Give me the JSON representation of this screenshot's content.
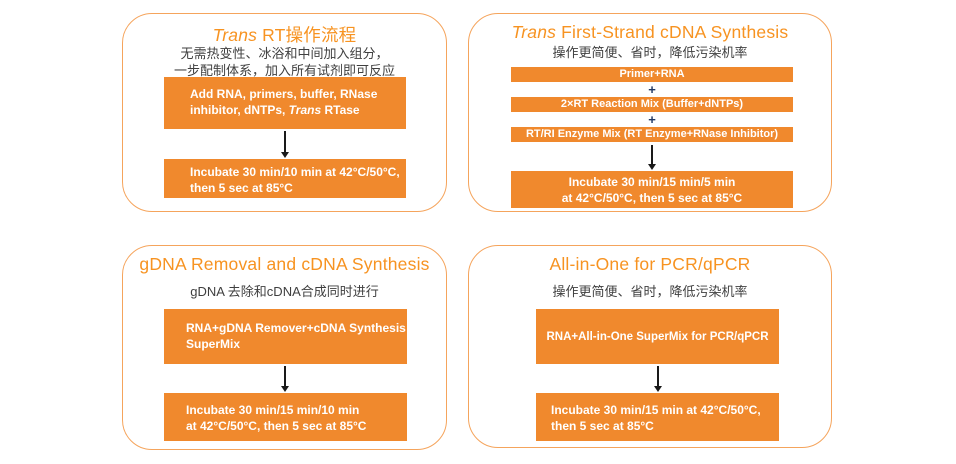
{
  "colors": {
    "box_fill": "#F0892D",
    "panel_border": "#F5A45C",
    "title_orange": "#F79321",
    "subtitle_text": "#3F3F3F",
    "box_text": "#FFFFFF",
    "plus_connector": "#1F3864",
    "arrow": "#1A1A1A"
  },
  "panels": {
    "trans_rt": {
      "title_italic": "Trans",
      "title_rest": " RT操作流程",
      "subtitle_lines": [
        "无需热变性、冰浴和中间加入组分，",
        "一步配制体系，加入所有试剂即可反应"
      ],
      "step1_line1": "Add RNA, primers, buffer, RNase",
      "step1_line2_pre": "inhibitor, dNTPs, ",
      "step1_line2_italic": "Trans",
      "step1_line2_post": " RTase",
      "step2_line1": "Incubate 30 min/10 min at 42°C/50°C,",
      "step2_line2": "then 5 sec at 85°C"
    },
    "trans_fs": {
      "title_italic": "Trans",
      "title_rest": " First-Strand cDNA Synthesis",
      "subtitle": "操作更简便、省时，降低污染机率",
      "bars": [
        "Primer+RNA",
        "2×RT Reaction Mix (Buffer+dNTPs)",
        "RT/RI Enzyme Mix (RT Enzyme+RNase Inhibitor)"
      ],
      "plus": "+",
      "step_line1": "Incubate 30 min/15 min/5 min",
      "step_line2": "at 42°C/50°C, then 5 sec at 85°C"
    },
    "gdna": {
      "title": "gDNA Removal and cDNA Synthesis",
      "subtitle": "gDNA 去除和cDNA合成同时进行",
      "step1_line1": "RNA+gDNA Remover+cDNA Synthesis",
      "step1_line2": "SuperMix",
      "step2_line1": "Incubate 30 min/15 min/10 min",
      "step2_line2": "at 42°C/50°C, then 5 sec at 85°C"
    },
    "all_in_one": {
      "title": "All-in-One for PCR/qPCR",
      "subtitle": "操作更简便、省时，降低污染机率",
      "step1": "RNA+All-in-One SuperMix for PCR/qPCR",
      "step2_line1": "Incubate 30 min/15 min at 42°C/50°C,",
      "step2_line2": "then 5 sec at 85°C"
    }
  }
}
